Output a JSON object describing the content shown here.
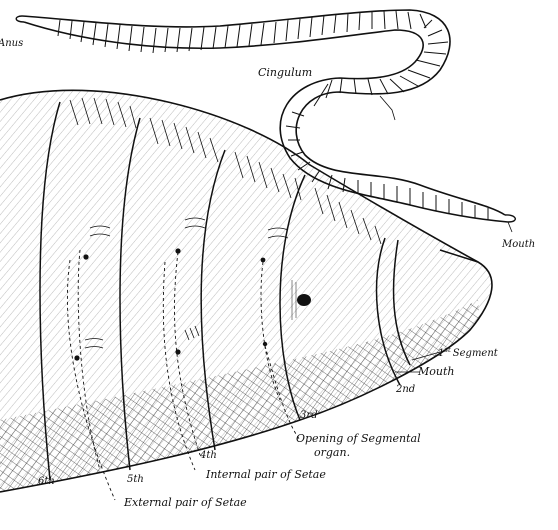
{
  "figure": {
    "labels": {
      "anus": "Anus",
      "cingulum": "Cingulum",
      "mouth_small": "Mouth",
      "first_segment_ordinal": "1",
      "first_segment_suffix": "st",
      "first_segment_word": "Segment",
      "mouth_large": "Mouth",
      "second": "2nd",
      "third": "3rd",
      "fourth": "4th",
      "fifth": "5th",
      "sixth": "6th",
      "opening_line1": "Opening of Segmental",
      "opening_line2": "organ.",
      "internal_setae": "Internal pair of Setae",
      "external_setae": "External pair of Setae"
    },
    "colors": {
      "ink": "#111111",
      "paper": "#ffffff"
    }
  }
}
